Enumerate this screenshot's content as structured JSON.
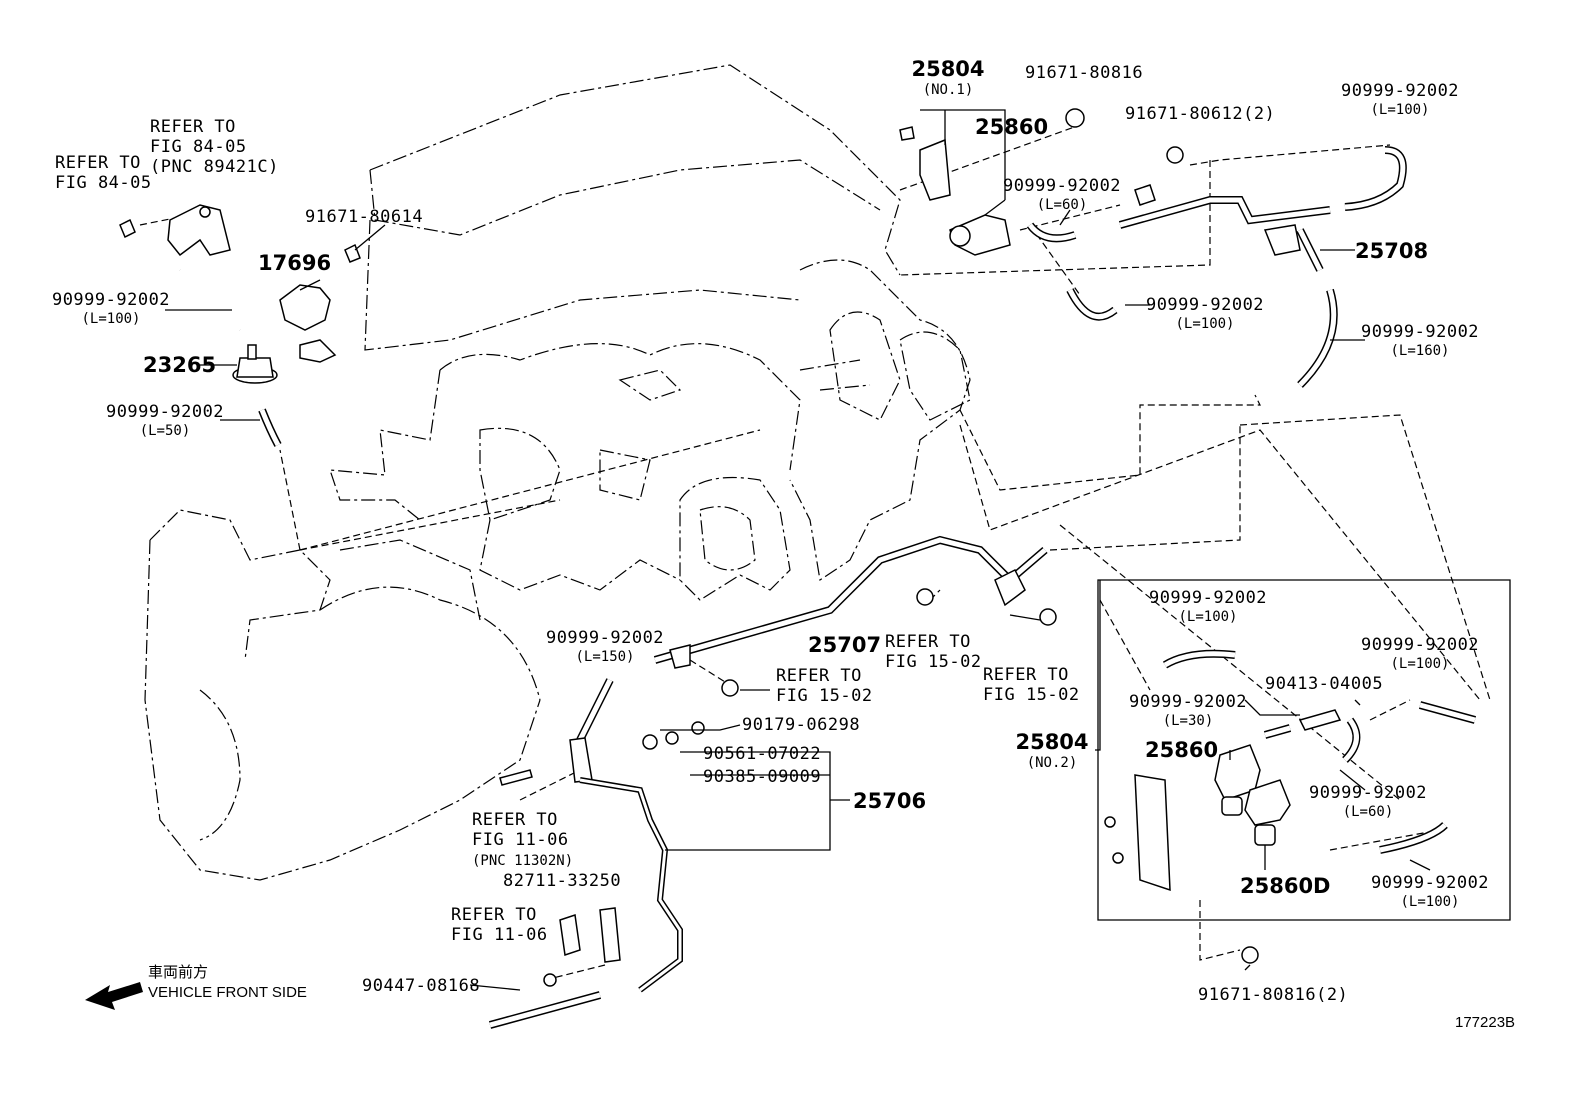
{
  "diagram": {
    "id_code": "177223B",
    "direction": {
      "jp": "車両前方",
      "en": "VEHICLE FRONT SIDE"
    },
    "labels": [
      {
        "key": "refer-84-05-pnc-1",
        "lines": [
          "REFER TO",
          "FIG 84-05",
          "(PNC 89421C)"
        ]
      },
      {
        "key": "refer-84-05-2",
        "lines": [
          "REFER TO",
          "FIG 84-05"
        ]
      },
      {
        "key": "p91671-80614",
        "lines": [
          "91671-80614"
        ]
      },
      {
        "key": "p17696",
        "lines": [
          "17696"
        ]
      },
      {
        "key": "hose-l100-a",
        "lines": [
          "90999-92002",
          "(L=100)"
        ]
      },
      {
        "key": "p23265",
        "lines": [
          "23265"
        ]
      },
      {
        "key": "hose-l50",
        "lines": [
          "90999-92002",
          "(L=50)"
        ]
      },
      {
        "key": "p25804-no1",
        "lines": [
          "25804",
          "(NO.1)"
        ]
      },
      {
        "key": "p91671-80816",
        "lines": [
          "91671-80816"
        ]
      },
      {
        "key": "p25860-top",
        "lines": [
          "25860"
        ]
      },
      {
        "key": "p91671-80612",
        "lines": [
          "91671-80612(2)"
        ]
      },
      {
        "key": "hose-l100-b",
        "lines": [
          "90999-92002",
          "(L=100)"
        ]
      },
      {
        "key": "hose-l60-a",
        "lines": [
          "90999-92002",
          "(L=60)"
        ]
      },
      {
        "key": "p25708",
        "lines": [
          "25708"
        ]
      },
      {
        "key": "hose-l100-c",
        "lines": [
          "90999-92002",
          "(L=100)"
        ]
      },
      {
        "key": "hose-l160",
        "lines": [
          "90999-92002",
          "(L=160)"
        ]
      },
      {
        "key": "p25707",
        "lines": [
          "25707"
        ]
      },
      {
        "key": "hose-l150",
        "lines": [
          "90999-92002",
          "(L=150)"
        ]
      },
      {
        "key": "refer-15-02-a",
        "lines": [
          "REFER TO",
          "FIG 15-02"
        ]
      },
      {
        "key": "refer-15-02-b",
        "lines": [
          "REFER TO",
          "FIG 15-02"
        ]
      },
      {
        "key": "refer-15-02-c",
        "lines": [
          "REFER TO",
          "FIG 15-02"
        ]
      },
      {
        "key": "p90179-06298",
        "lines": [
          "90179-06298"
        ]
      },
      {
        "key": "p90561-07022",
        "lines": [
          "90561-07022"
        ]
      },
      {
        "key": "p90385-09009",
        "lines": [
          "90385-09009"
        ]
      },
      {
        "key": "p25706",
        "lines": [
          "25706"
        ]
      },
      {
        "key": "refer-11-06-pnc",
        "lines": [
          "REFER TO",
          "FIG 11-06",
          "(PNC 11302N)"
        ]
      },
      {
        "key": "p82711-33250",
        "lines": [
          "82711-33250"
        ]
      },
      {
        "key": "refer-11-06",
        "lines": [
          "REFER TO",
          "FIG 11-06"
        ]
      },
      {
        "key": "p90447-08168",
        "lines": [
          "90447-08168"
        ]
      },
      {
        "key": "hose-l100-d",
        "lines": [
          "90999-92002",
          "(L=100)"
        ]
      },
      {
        "key": "p90413-04005",
        "lines": [
          "90413-04005"
        ]
      },
      {
        "key": "hose-l100-e",
        "lines": [
          "90999-92002",
          "(L=100)"
        ]
      },
      {
        "key": "hose-l30",
        "lines": [
          "90999-92002",
          "(L=30)"
        ]
      },
      {
        "key": "p25804-no2",
        "lines": [
          "25804",
          "(NO.2)"
        ]
      },
      {
        "key": "p25860-box",
        "lines": [
          "25860"
        ]
      },
      {
        "key": "hose-l60-b",
        "lines": [
          "90999-92002",
          "(L=60)"
        ]
      },
      {
        "key": "p25860D",
        "lines": [
          "25860D"
        ]
      },
      {
        "key": "hose-l100-f",
        "lines": [
          "90999-92002",
          "(L=100)"
        ]
      },
      {
        "key": "p91671-80816-2",
        "lines": [
          "91671-80816(2)"
        ]
      }
    ]
  }
}
